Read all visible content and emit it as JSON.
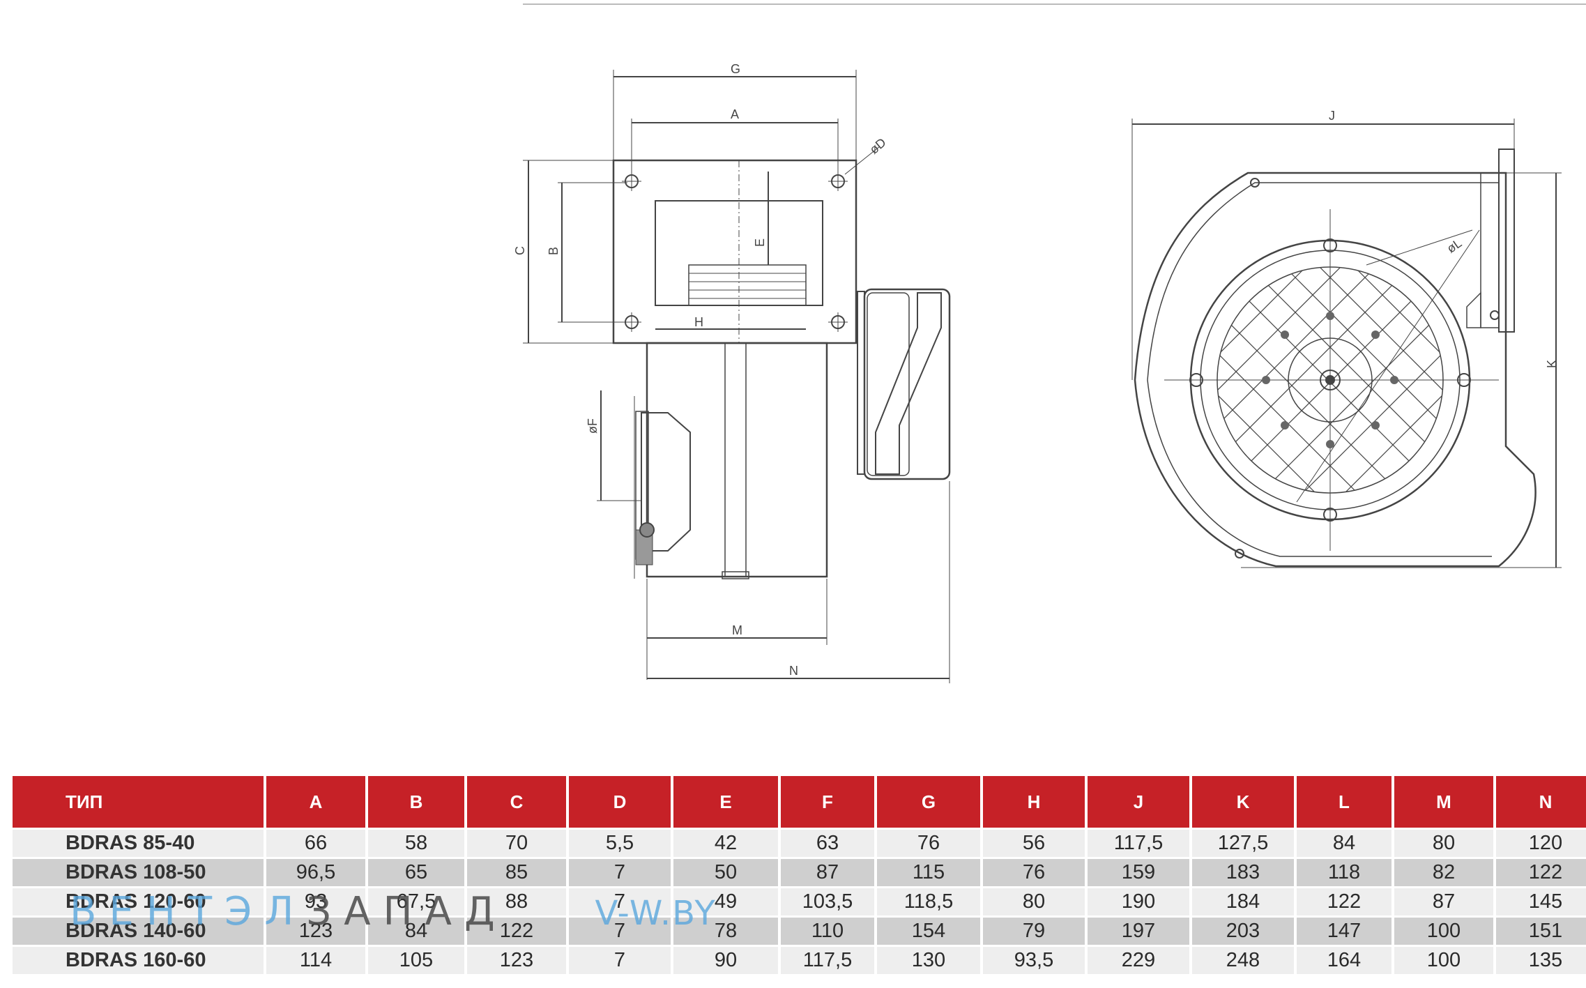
{
  "drawing": {
    "labels": {
      "G": "G",
      "A": "A",
      "D": "øD",
      "C": "C",
      "B": "B",
      "E": "E",
      "H": "H",
      "F": "øF",
      "M": "M",
      "N": "N",
      "J": "J",
      "K": "K",
      "L": "øL"
    }
  },
  "table": {
    "headers": [
      "ТИП",
      "A",
      "B",
      "C",
      "D",
      "E",
      "F",
      "G",
      "H",
      "J",
      "K",
      "L",
      "M",
      "N"
    ],
    "rows": [
      [
        "BDRAS 85-40",
        "66",
        "58",
        "70",
        "5,5",
        "42",
        "63",
        "76",
        "56",
        "117,5",
        "127,5",
        "84",
        "80",
        "120"
      ],
      [
        "BDRAS 108-50",
        "96,5",
        "65",
        "85",
        "7",
        "50",
        "87",
        "115",
        "76",
        "159",
        "183",
        "118",
        "82",
        "122"
      ],
      [
        "BDRAS 120-60",
        "93",
        "67,5",
        "88",
        "7",
        "49",
        "103,5",
        "118,5",
        "80",
        "190",
        "184",
        "122",
        "87",
        "145"
      ],
      [
        "BDRAS 140-60",
        "123",
        "84",
        "122",
        "7",
        "78",
        "110",
        "154",
        "79",
        "197",
        "203",
        "147",
        "100",
        "151"
      ],
      [
        "BDRAS 160-60",
        "114",
        "105",
        "123",
        "7",
        "90",
        "117,5",
        "130",
        "93,5",
        "229",
        "248",
        "164",
        "100",
        "135"
      ]
    ]
  },
  "watermark": {
    "part1": "ВЕНТЭЛ",
    "part2": "ЗАПАД",
    "part3": "V-W.BY"
  }
}
